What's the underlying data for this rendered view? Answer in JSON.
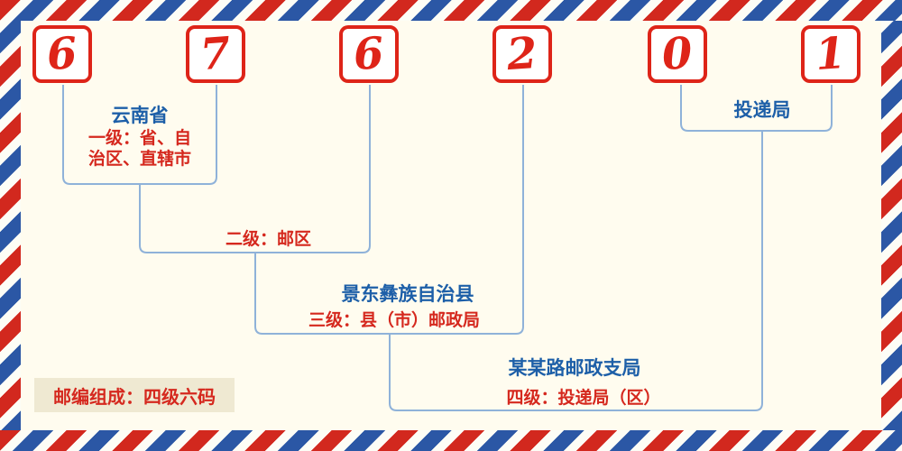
{
  "envelope": {
    "digits": [
      "6",
      "7",
      "6",
      "2",
      "0",
      "1"
    ],
    "annotations": {
      "province": "云南省",
      "level1_line1": "一级：省、自",
      "level1_line2": "治区、直辖市",
      "level2": "二级：邮区",
      "county": "景东彝族自治县",
      "level3": "三级：县（市）邮政局",
      "branch": "某某路邮政支局",
      "level4": "四级：投递局（区）",
      "delivery_office": "投递局"
    },
    "footer": "邮编组成：四级六码",
    "colors": {
      "digit_red": "#de2418",
      "label_red": "#d5281e",
      "label_blue": "#1d5fa8",
      "line_blue": "#8fb2d9",
      "border_red": "#d2281e",
      "border_blue": "#2b57a5",
      "background": "#fffcef",
      "badge_background": "#efe9d2"
    }
  }
}
